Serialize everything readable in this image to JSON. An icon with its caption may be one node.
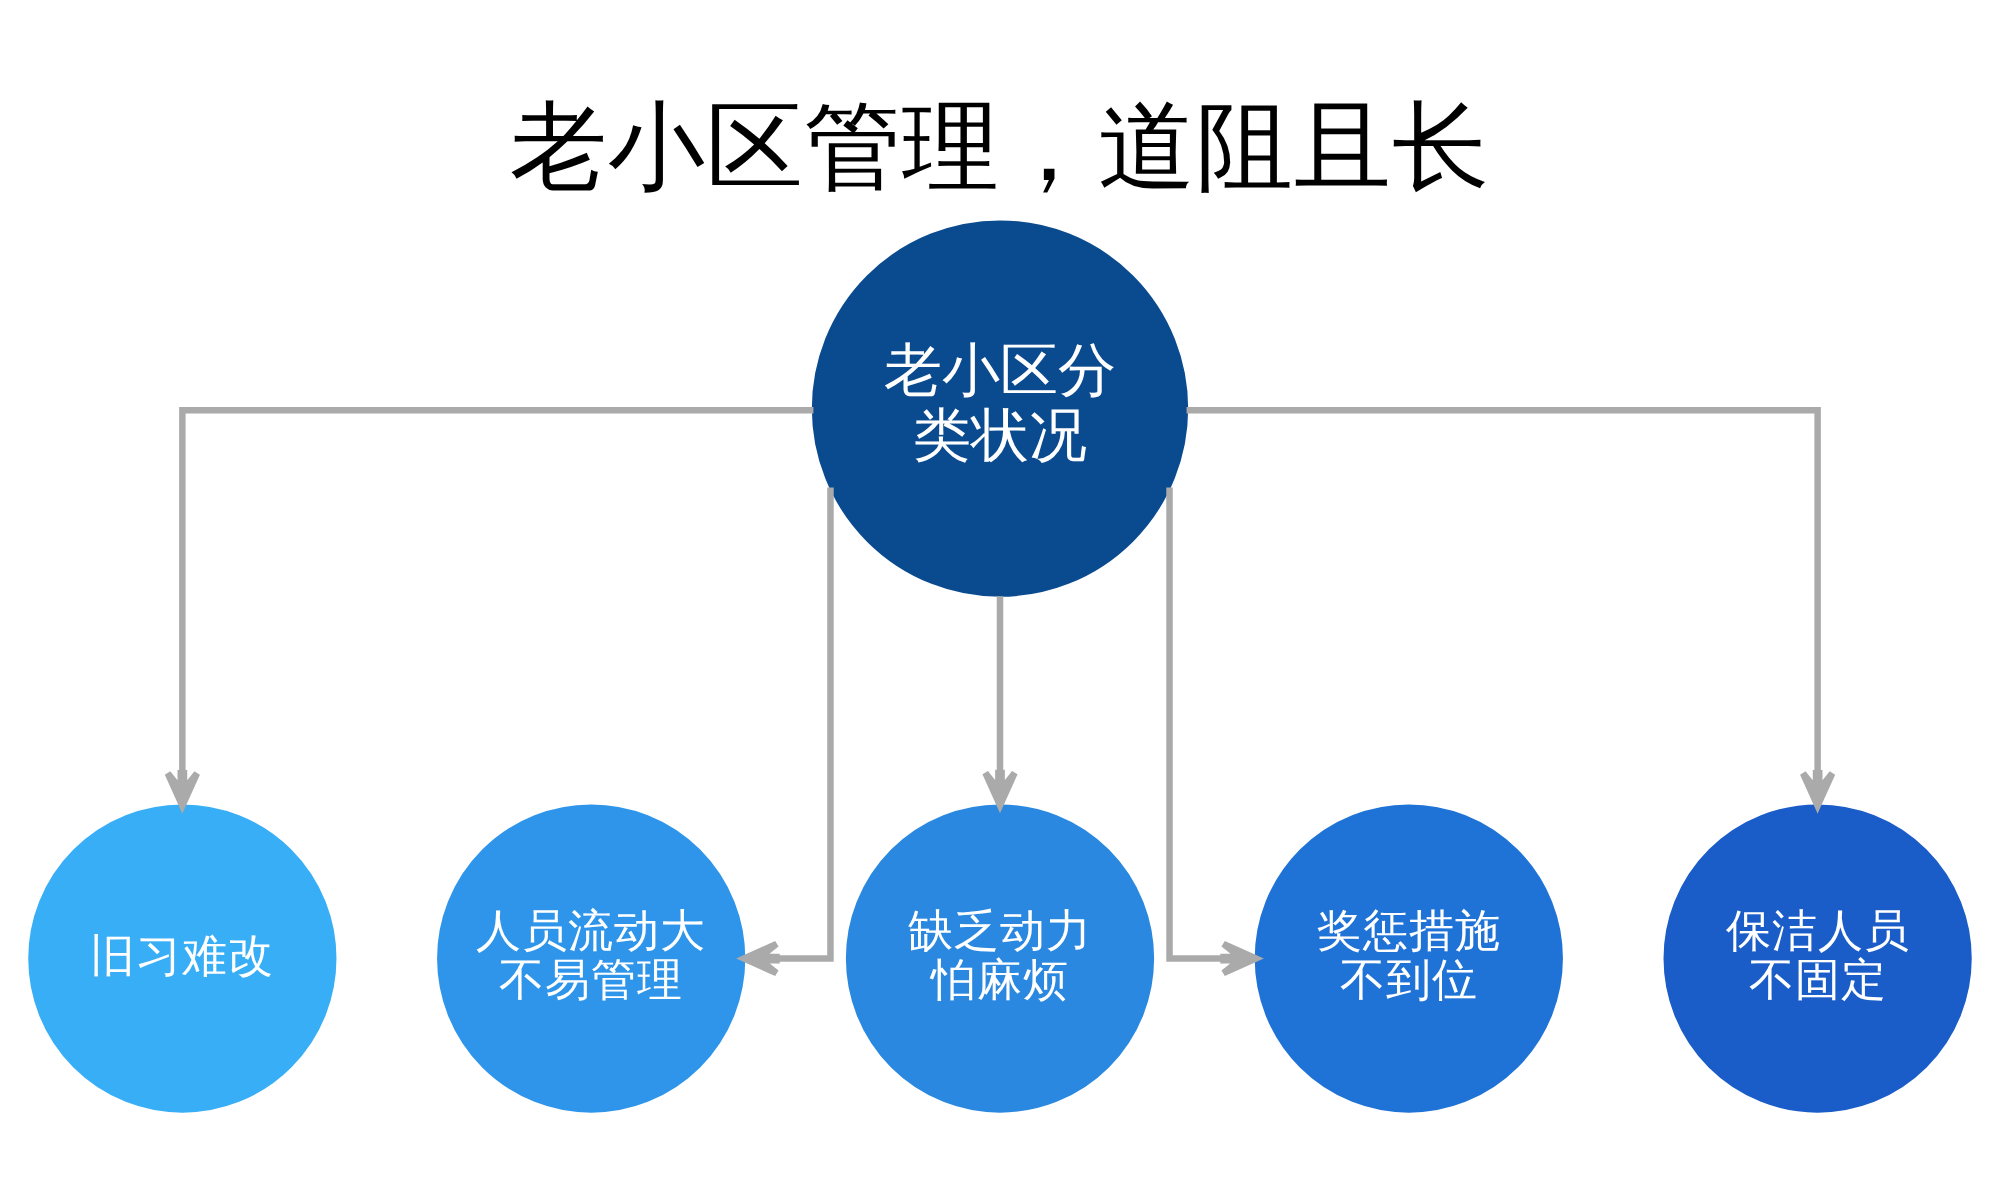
{
  "diagram": {
    "title": "老小区管理，道阻且长",
    "nodes": [
      {
        "text": [
          "老小区分类状况"
        ]
      },
      {
        "text": [
          "旧习难改"
        ]
      },
      {
        "text": [
          "人员流动大不易管理"
        ]
      },
      {
        "text": [
          "缺乏动力怕麻烦"
        ]
      },
      {
        "text": [
          "奖惩措施不到位"
        ]
      },
      {
        "text": [
          "保洁人员不固定"
        ]
      }
    ],
    "edges": [
      {
        "from": 0,
        "to": 1,
        "arrow": "to"
      },
      {
        "from": 0,
        "to": 2,
        "arrow": "to"
      },
      {
        "from": 0,
        "to": 3,
        "arrow": "to"
      },
      {
        "from": 0,
        "to": 4,
        "arrow": "to"
      },
      {
        "from": 0,
        "to": 5,
        "arrow": "to"
      }
    ]
  }
}
